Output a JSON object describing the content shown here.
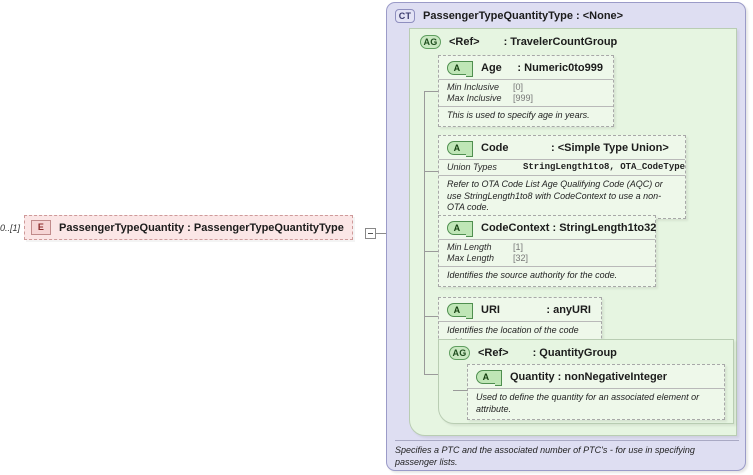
{
  "element": {
    "cardinality": "0..[1]",
    "badge": "E",
    "label": "PassengerTypeQuantity : PassengerTypeQuantityType",
    "expander": "minus-icon"
  },
  "complex_type": {
    "badge": "CT",
    "title": "PassengerTypeQuantityType : <None>",
    "description": "Specifies a PTC and the associated number of PTC's - for use in specifying passenger lists."
  },
  "groups": [
    {
      "badge": "AG",
      "ref": "<Ref>",
      "name": ": TravelerCountGroup"
    },
    {
      "badge": "AG",
      "ref": "<Ref>",
      "name": ": QuantityGroup"
    }
  ],
  "attributes": [
    {
      "badge": "A",
      "name": "Age",
      "type": ": Numeric0to999",
      "facets": [
        {
          "label": "Min Inclusive",
          "value": "[0]"
        },
        {
          "label": "Max Inclusive",
          "value": "[999]"
        }
      ],
      "description": "This is used to specify age in years."
    },
    {
      "badge": "A",
      "name": "Code",
      "type": ": <Simple Type Union>",
      "facets": [
        {
          "label": "Union Types",
          "value": "StringLength1to8, OTA_CodeType"
        }
      ],
      "description": "Refer to OTA Code List Age Qualifying Code (AQC) or use StringLength1to8 with CodeContext to use a non-OTA code."
    },
    {
      "badge": "A",
      "name": "CodeContext : StringLength1to32",
      "type": "",
      "facets": [
        {
          "label": "Min Length",
          "value": "[1]"
        },
        {
          "label": "Max Length",
          "value": "[32]"
        }
      ],
      "description": "Identifies the source authority for the code."
    },
    {
      "badge": "A",
      "name": "URI",
      "type": ": anyURI",
      "facets": [],
      "description": "Identifies the location of the code table"
    },
    {
      "badge": "A",
      "name": "Quantity : nonNegativeInteger",
      "type": "",
      "facets": [],
      "description": "Used to define the quantity for an associated element or attribute."
    }
  ],
  "colors": {
    "complex_type_fill": "#dedef2",
    "group_fill": "#e6f5e1",
    "attribute_fill": "#eef8ea",
    "element_fill": "#fbe6e6"
  }
}
